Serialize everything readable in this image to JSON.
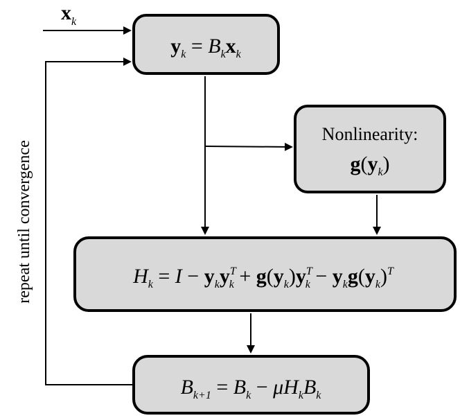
{
  "input_label": {
    "base": "x",
    "sub": "k"
  },
  "side_label": "repeat until convergence",
  "box1": {
    "y": "y",
    "sub_k": "k",
    "eq": " = ",
    "B": "B",
    "x": "x"
  },
  "box2": {
    "title": "Nonlinearity:",
    "g": "g",
    "lparen": "(",
    "y": "y",
    "sub_k": "k",
    "rparen": ")"
  },
  "box3": {
    "H": "H",
    "k": "k",
    "eq": " = ",
    "I": "I",
    "minus": " − ",
    "plus": " + ",
    "y": "y",
    "T": "T",
    "g": "g",
    "lp": "(",
    "rp": ")"
  },
  "box4": {
    "B": "B",
    "sub_k1": "k+1",
    "eq": " = ",
    "minus": " − ",
    "mu": "μ",
    "H": "H",
    "k": "k"
  },
  "colors": {
    "box_fill": "#d9d9d9",
    "stroke": "#000000"
  }
}
